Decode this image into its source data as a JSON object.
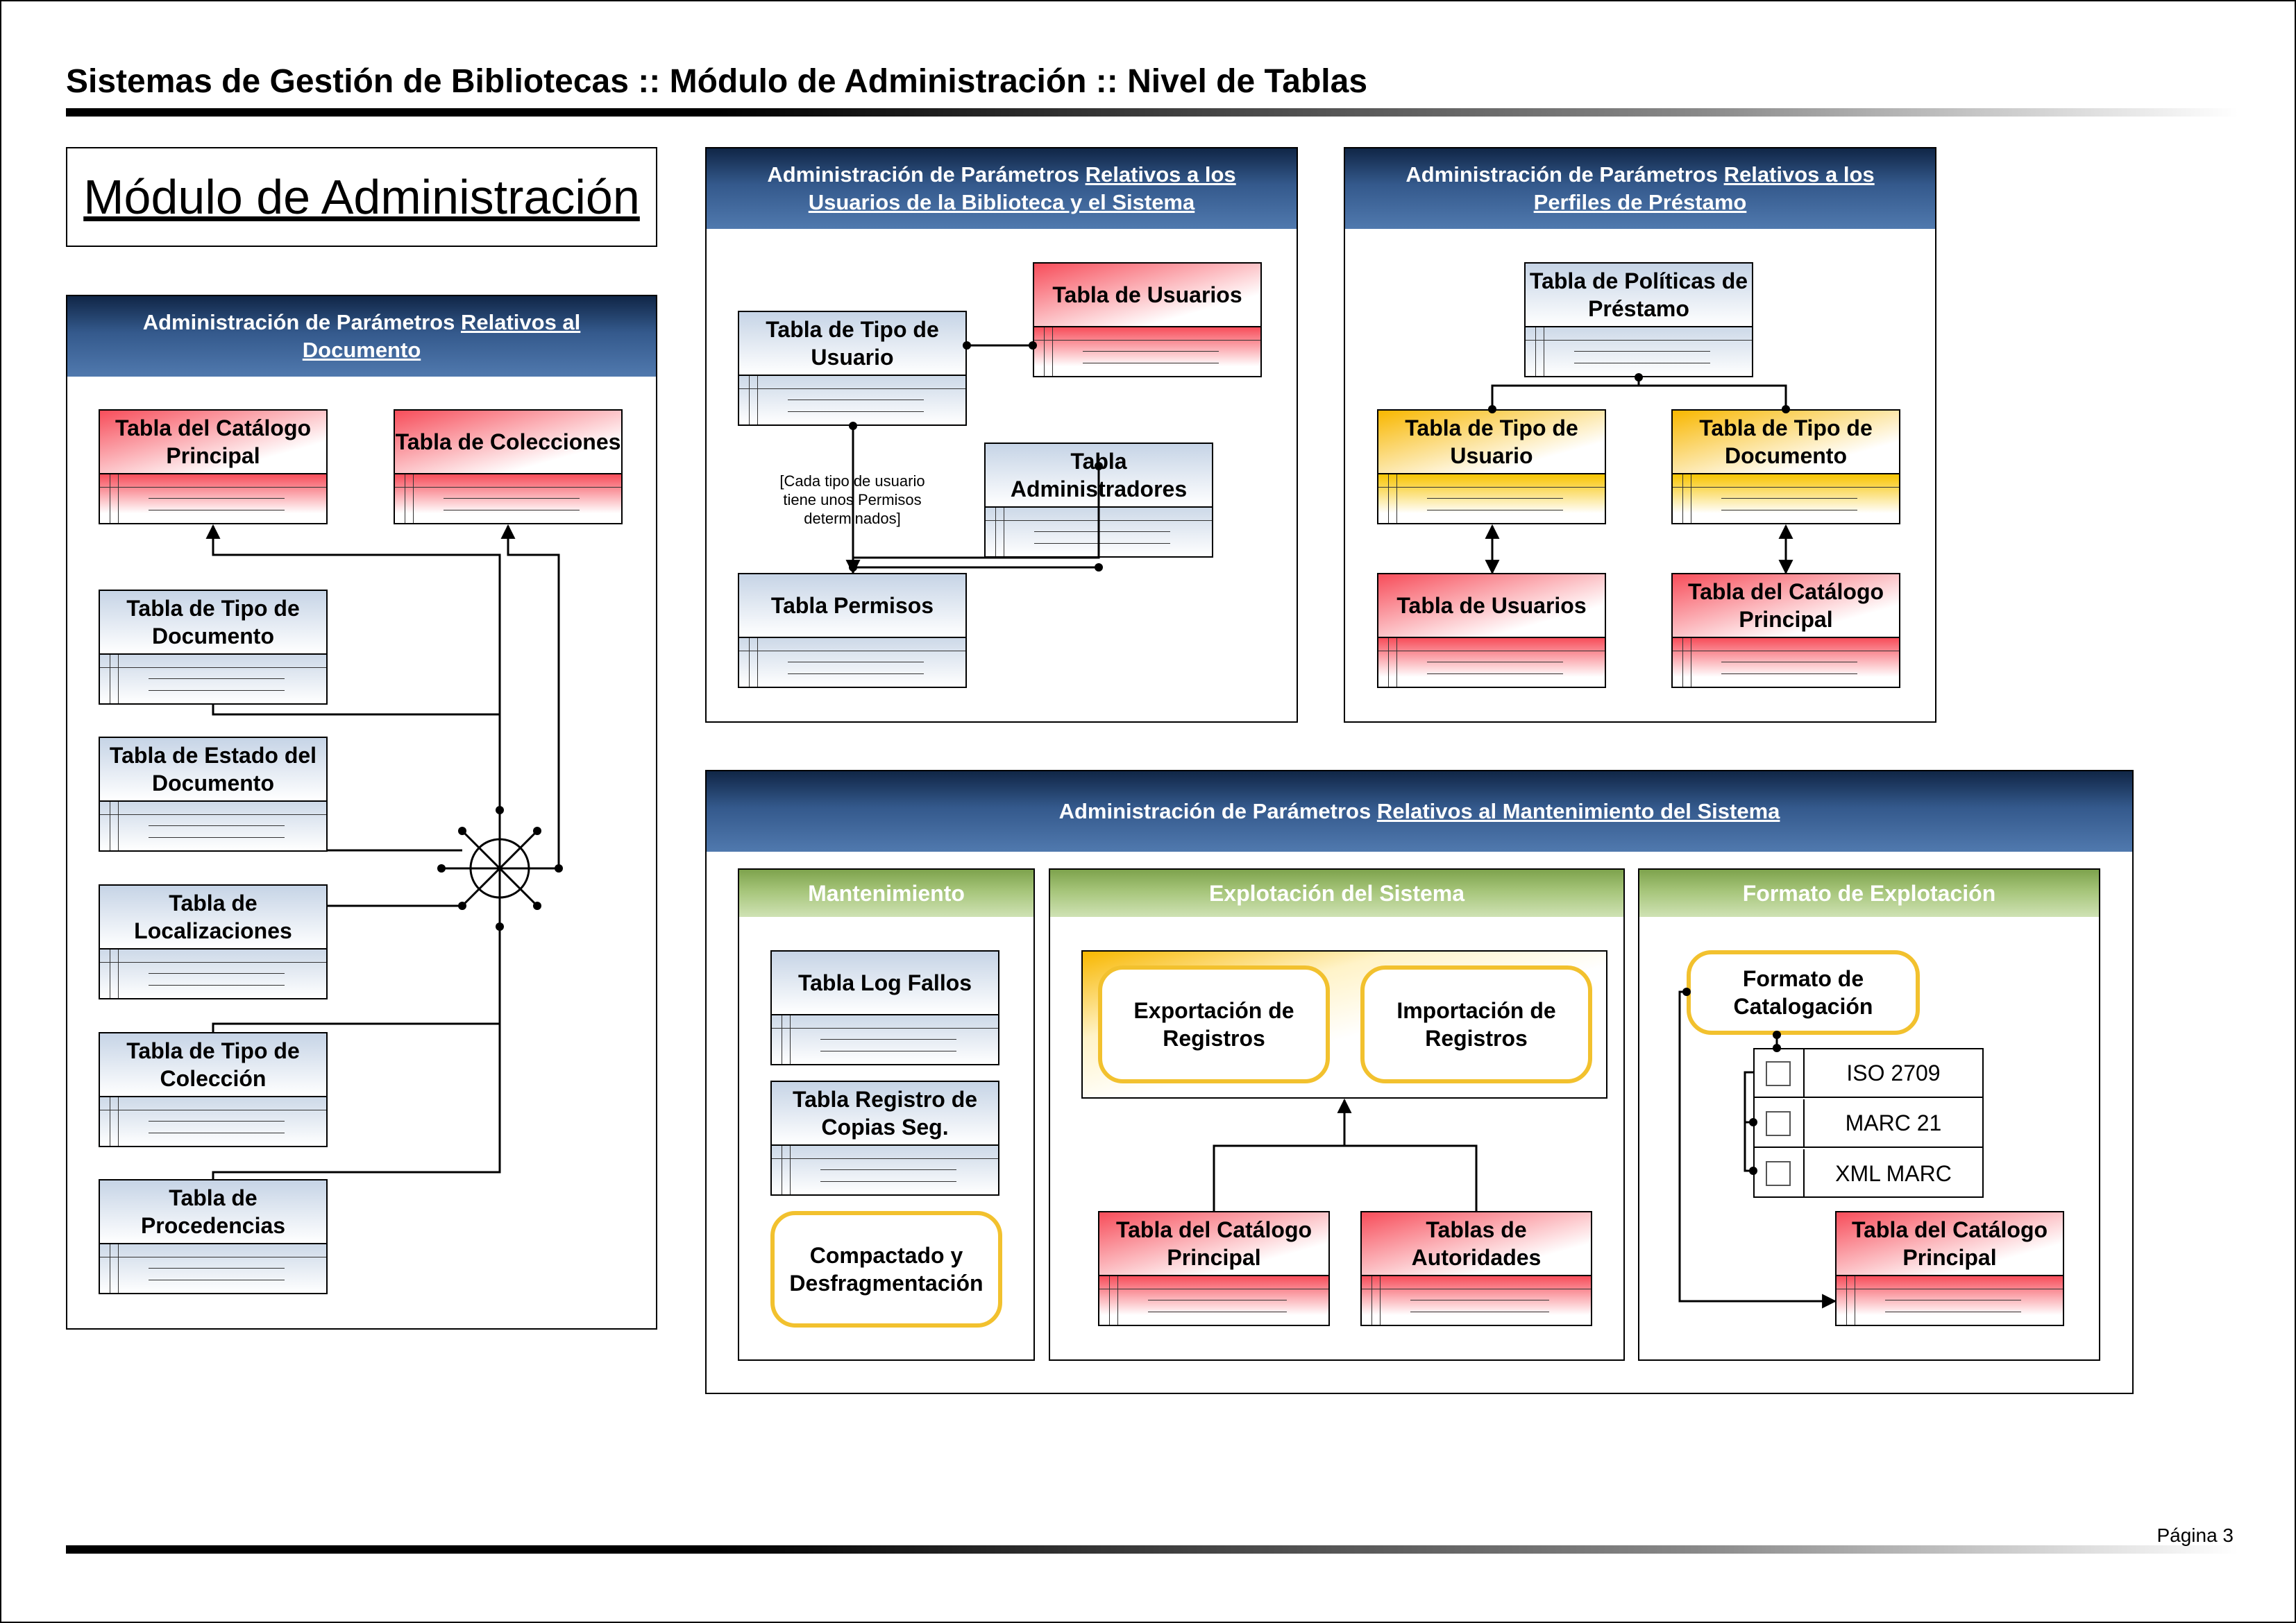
{
  "page_title": "Sistemas de Gestión de Bibliotecas :: Módulo de Administración :: Nivel de Tablas",
  "module_title": "Módulo de Administración",
  "page_number": "Página 3",
  "panel_documento": {
    "title_prefix": "Administración de Parámetros ",
    "title_link_1": "Relativos al",
    "title_link_2": "Documento",
    "tables": {
      "catalogo": "Tabla del Catálogo Principal",
      "colecciones": "Tabla de Colecciones",
      "tipo_documento": "Tabla de Tipo de Documento",
      "estado_documento": "Tabla de Estado del Documento",
      "localizaciones": "Tabla de Localizaciones",
      "tipo_coleccion": "Tabla de Tipo de Colección",
      "procedencias": "Tabla de Procedencias"
    }
  },
  "panel_usuarios": {
    "title_prefix": "Administración de Parámetros ",
    "title_link_1": "Relativos a los",
    "title_link_2": "Usuarios de la Biblioteca y el Sistema",
    "tables": {
      "usuarios": "Tabla de Usuarios",
      "tipo_usuario": "Tabla de Tipo de Usuario",
      "administradores": "Tabla Administradores",
      "permisos": "Tabla Permisos"
    },
    "note": "[Cada tipo de usuario tiene unos Permisos determinados]"
  },
  "panel_prestamo": {
    "title_prefix": "Administración de Parámetros ",
    "title_link_1": "Relativos a los",
    "title_link_2": "Perfiles de Préstamo",
    "tables": {
      "politicas": "Tabla de Políticas de Préstamo",
      "tipo_usuario": "Tabla de Tipo de Usuario",
      "tipo_documento": "Tabla de Tipo de Documento",
      "usuarios": "Tabla de Usuarios",
      "catalogo": "Tabla del Catálogo Principal"
    }
  },
  "panel_mantenimiento": {
    "title_prefix": "Administración de Parámetros ",
    "title_link": "Relativos al Mantenimiento del Sistema",
    "mantenimiento": {
      "title": "Mantenimiento",
      "log_fallos": "Tabla Log Fallos",
      "registro_copias": "Tabla Registro de Copias Seg.",
      "compactado": "Compactado y Desfragmentación"
    },
    "explotacion": {
      "title": "Explotación del Sistema",
      "exportacion": "Exportación de Registros",
      "importacion": "Importación de Registros",
      "catalogo": "Tabla del Catálogo Principal",
      "autoridades": "Tablas de Autoridades"
    },
    "formato": {
      "title": "Formato de Explotación",
      "formato_catalogacion": "Formato de Catalogación",
      "options": [
        "ISO 2709",
        "MARC 21",
        "XML MARC"
      ],
      "catalogo": "Tabla del Catálogo Principal"
    }
  }
}
